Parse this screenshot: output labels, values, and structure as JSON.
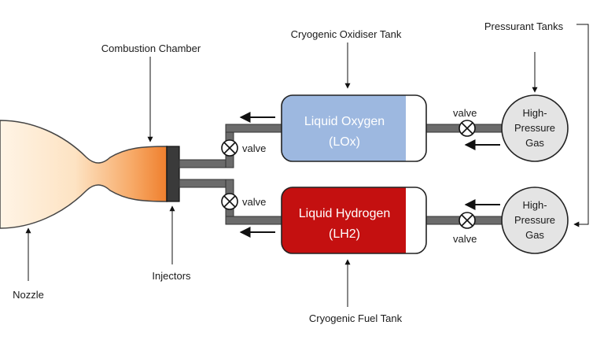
{
  "labels": {
    "combustion_chamber": "Combustion Chamber",
    "oxidiser_tank": "Cryogenic Oxidiser Tank",
    "pressurant_tanks": "Pressurant Tanks",
    "nozzle": "Nozzle",
    "injectors": "Injectors",
    "fuel_tank": "Cryogenic Fuel Tank"
  },
  "valves": {
    "ox_injector_valve": "valve",
    "fuel_injector_valve": "valve",
    "ox_pressurant_valve": "valve",
    "fuel_pressurant_valve": "valve"
  },
  "tanks": {
    "oxygen": {
      "line1": "Liquid Oxygen",
      "line2": "(LOx)",
      "color": "#9db8e0"
    },
    "hydrogen": {
      "line1": "Liquid Hydrogen",
      "line2": "(LH2)",
      "color": "#c41010"
    }
  },
  "pressurant": {
    "top": {
      "line1": "High-",
      "line2": "Pressure",
      "line3": "Gas"
    },
    "bottom": {
      "line1": "High-",
      "line2": "Pressure",
      "line3": "Gas"
    }
  },
  "colors": {
    "pipe": "#6b6b6b",
    "injector": "#3a3a3a",
    "gas_sphere": "#e4e4e4",
    "nozzle_light": "#fde7cf",
    "nozzle_dark": "#f08a3c"
  }
}
